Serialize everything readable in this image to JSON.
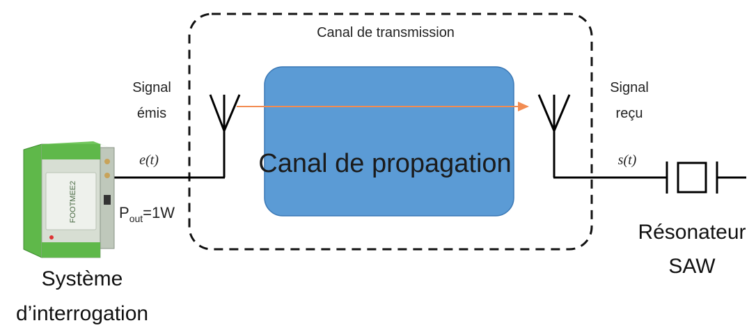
{
  "channel": {
    "title": "Canal de transmission",
    "propagation_label": "Canal de propagation",
    "propagation_color": "#5b9bd5"
  },
  "emitter": {
    "label_line1": "Signal",
    "label_line2": "émis",
    "signal_symbol": "e(t)",
    "power_label": "P",
    "power_sub": "out",
    "power_value": "=1W",
    "name_line1": "Système",
    "name_line2": "d’interrogation",
    "device_text": "FOOTMEE2"
  },
  "receiver": {
    "label_line1": "Signal",
    "label_line2": "reçu",
    "signal_symbol": "s(t)",
    "name_line1": "Résonateur",
    "name_line2": "SAW"
  },
  "colors": {
    "arrow": "#f28c52",
    "device_green": "#5fb84a",
    "device_front": "#e6ebe4",
    "border_dashed": "#111111",
    "wire": "#000000"
  }
}
